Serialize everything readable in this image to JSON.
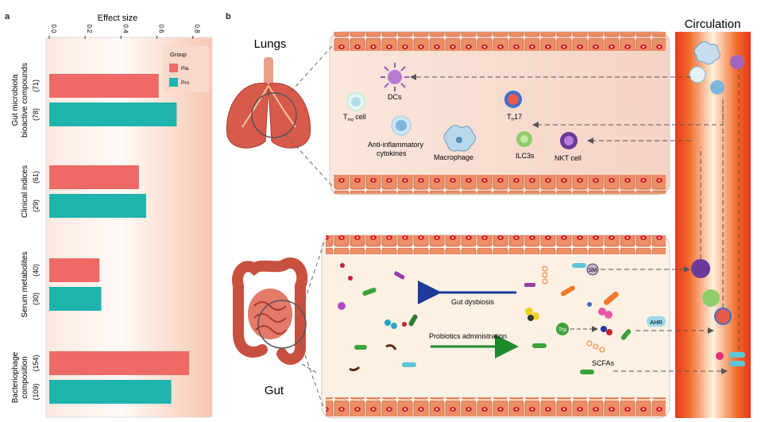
{
  "panel_a": {
    "letter": "a",
    "chart_data": {
      "type": "bar",
      "orientation": "horizontal",
      "title": "Effect size",
      "xlim": [
        0,
        0.85
      ],
      "ticks": [
        "0.0",
        "0.2",
        "0.4",
        "0.6",
        "0.8"
      ],
      "tick_values": [
        0,
        0.2,
        0.4,
        0.6,
        0.8
      ],
      "legend": {
        "title": "Group",
        "placement": "top-right"
      },
      "series": [
        {
          "name": "Pla",
          "color": "#ee6a66"
        },
        {
          "name": "Pro",
          "color": "#1fb3ad"
        }
      ],
      "groups": [
        {
          "label": "Gut microbiota bioactive compounds",
          "label_lines": [
            "Gut microbiota",
            "bioactive compounds"
          ],
          "bars": [
            {
              "series": "Pla",
              "n": "(71)",
              "value": 0.61
            },
            {
              "series": "Pro",
              "n": "(78)",
              "value": 0.71
            }
          ]
        },
        {
          "label": "Clinical indices",
          "label_lines": [
            "Clinical indices"
          ],
          "bars": [
            {
              "series": "Pla",
              "n": "(61)",
              "value": 0.5
            },
            {
              "series": "Pro",
              "n": "(29)",
              "value": 0.54
            }
          ]
        },
        {
          "label": "Serum metabolites",
          "label_lines": [
            "Serum metabolites"
          ],
          "bars": [
            {
              "series": "Pla",
              "n": "(40)",
              "value": 0.28
            },
            {
              "series": "Pro",
              "n": "(30)",
              "value": 0.29
            }
          ]
        },
        {
          "label": "Bacteriophage composition",
          "label_lines": [
            "Bacteriophage",
            "composition"
          ],
          "bars": [
            {
              "series": "Pla",
              "n": "(154)",
              "value": 0.78
            },
            {
              "series": "Pro",
              "n": "(109)",
              "value": 0.68
            }
          ]
        }
      ]
    }
  },
  "panel_b": {
    "letter": "b",
    "lungs_label": "Lungs",
    "gut_label": "Gut",
    "circulation_label": "Circulation",
    "lung_cells": {
      "treg": "T",
      "treg_sub": "reg",
      "treg_suffix": " cell",
      "dcs": "DCs",
      "th17": "T",
      "th17_sub": "H",
      "th17_suffix": "17",
      "anti_inflammatory": [
        "Anti-inflammatory",
        "cytokines"
      ],
      "macrophage": "Macrophage",
      "ilc3s": "ILC3s",
      "nkt": "NKT cell"
    },
    "gut_items": {
      "gut_dysbiosis": "Gut dysbiosis",
      "probiotics": "Probiotics administration",
      "sm": "SM",
      "trp": "Trp",
      "ahr": "AHR",
      "scfas": "SCFAs"
    },
    "colors": {
      "pla": "#ee6a66",
      "pro": "#1fb3ad",
      "tissue": "#f7ddd0",
      "epithelium": "#ec8e66",
      "circulation": "#e8361e",
      "dysbiosis_arrow": "#1d3a9c",
      "probiotics_arrow": "#1e8a2e"
    }
  }
}
